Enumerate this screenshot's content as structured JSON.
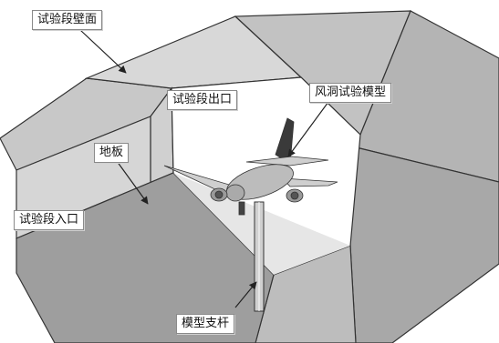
{
  "labels": {
    "wall": "试验段壁面",
    "exit": "试验段出口",
    "model": "风洞试验模型",
    "floor": "地板",
    "entrance": "试验段入口",
    "support": "模型支杆"
  },
  "colors": {
    "panel_light": "#d4d4d4",
    "panel_mid": "#b8b8b8",
    "panel_dark": "#9c9c9c",
    "edge": "#333333",
    "window": "#ffffff"
  }
}
